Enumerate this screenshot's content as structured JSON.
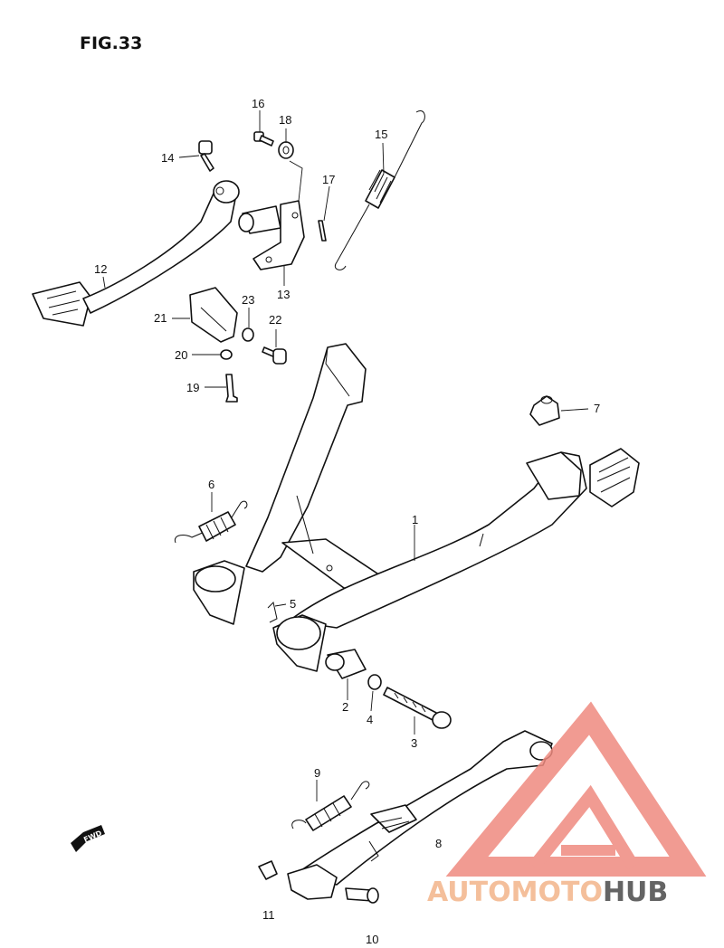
{
  "figure": {
    "title": "FIG.33"
  },
  "callouts": [
    "1",
    "2",
    "3",
    "4",
    "5",
    "6",
    "7",
    "8",
    "9",
    "10",
    "11",
    "12",
    "13",
    "14",
    "15",
    "16",
    "17",
    "18",
    "19",
    "20",
    "21",
    "22",
    "23"
  ],
  "direction_marker": {
    "label": "FWD"
  },
  "watermark": {
    "part1": "AUTOMOTO",
    "part2": "HUB",
    "color_primary": "#ef8a7f",
    "color_secondary": "#f3b58a",
    "color_dark": "#4a4a4a"
  },
  "colors": {
    "line": "#111111",
    "background": "#ffffff"
  }
}
